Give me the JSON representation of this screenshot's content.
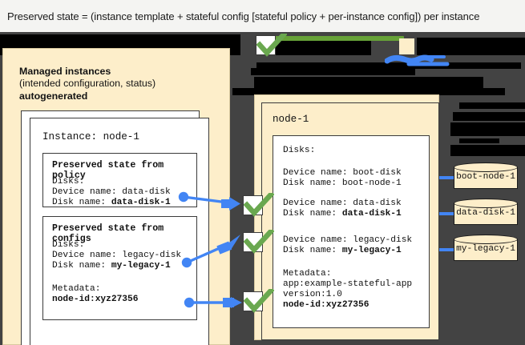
{
  "caption": {
    "text": "Preserved state = (instance template + stateful config [stateful policy + per-instance config]) per instance"
  },
  "left_panel": {
    "title": "Managed instances",
    "subtitle": "(intended configuration, status)",
    "subtitle2": "autogenerated",
    "instance_card": {
      "title": "Instance: node-1",
      "policy_box": {
        "title": "Preserved state from policy",
        "lines": [
          "Disks:",
          "  Device name: data-disk",
          "  Disk name: ",
          "data-disk-1"
        ],
        "disks_label": "Disks:",
        "device_name": "  Device name: data-disk",
        "disk_name_label": "  Disk name: ",
        "disk_name_value": "data-disk-1"
      },
      "configs_box": {
        "title": "Preserved state from configs",
        "disks_label": "Disks:",
        "device_name": "  Device name: legacy-disk",
        "disk_name_label": "  Disk name: ",
        "disk_name_value": "my-legacy-1",
        "metadata_label": "Metadata:",
        "metadata_value": "  node-id:xyz27356"
      }
    }
  },
  "right_panel": {
    "node_title": "node-1",
    "detail": {
      "disks_label": "Disks:",
      "boot_device": "  Device name: boot-disk",
      "boot_disk": "  Disk name: boot-node-1",
      "data_device": "  Device name: data-disk",
      "data_disk_label": "  Disk name: ",
      "data_disk_value": "data-disk-1",
      "legacy_device": "  Device name: legacy-disk",
      "legacy_disk_label": "  Disk name: ",
      "legacy_disk_value": "my-legacy-1",
      "metadata_label": "Metadata:",
      "metadata_app": "  app:example-stateful-app",
      "metadata_version": "  version:1.0",
      "metadata_nodeid": "  node-id:xyz27356"
    }
  },
  "disks": [
    {
      "name": "boot-node-1"
    },
    {
      "name": "data-disk-1"
    },
    {
      "name": "my-legacy-1"
    }
  ],
  "icons": {
    "check": "green-check-icon",
    "arrow": "blue-arrow-icon",
    "cylinder": "disk-cylinder-icon"
  },
  "colors": {
    "canvas": "#434343",
    "cream": "#fdeeca",
    "green": "#67a238",
    "blue": "#4285f4",
    "redact": "#000000"
  }
}
